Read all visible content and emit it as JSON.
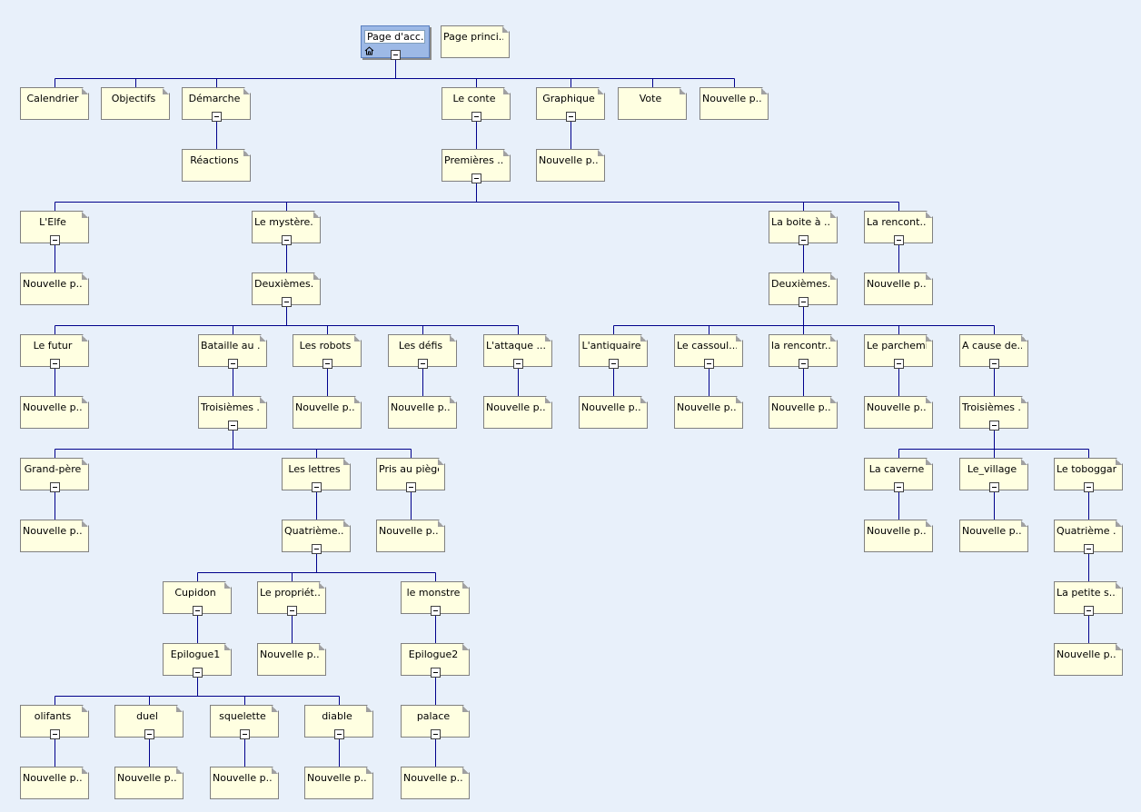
{
  "nodes": [
    {
      "id": "home",
      "label": "Page d'acc...",
      "home": true,
      "toggle": true
    },
    {
      "id": "princi",
      "label": "Page princi..."
    },
    {
      "id": "calendrier",
      "label": "Calendrier"
    },
    {
      "id": "objectifs",
      "label": "Objectifs"
    },
    {
      "id": "demarche",
      "label": "Démarche",
      "toggle": true
    },
    {
      "id": "reactions",
      "label": "Réactions"
    },
    {
      "id": "leconte",
      "label": "Le conte",
      "toggle": true
    },
    {
      "id": "graphique",
      "label": "Graphique",
      "toggle": true
    },
    {
      "id": "graph_np",
      "label": "Nouvelle p..."
    },
    {
      "id": "vote",
      "label": "Vote"
    },
    {
      "id": "np_top",
      "label": "Nouvelle p..."
    },
    {
      "id": "premieres",
      "label": "Premières ...",
      "toggle": true
    },
    {
      "id": "elfe",
      "label": "L'Elfe",
      "toggle": true
    },
    {
      "id": "elfe_np",
      "label": "Nouvelle p..."
    },
    {
      "id": "mystere",
      "label": "Le mystère...",
      "toggle": true
    },
    {
      "id": "deux1",
      "label": "Deuxièmes...",
      "toggle": true
    },
    {
      "id": "boite",
      "label": "La boite à ...",
      "toggle": true
    },
    {
      "id": "deux2",
      "label": "Deuxièmes...",
      "toggle": true
    },
    {
      "id": "rencont",
      "label": "La rencont...",
      "toggle": true
    },
    {
      "id": "rencont_np",
      "label": "Nouvelle p..."
    },
    {
      "id": "futur",
      "label": "Le futur",
      "toggle": true
    },
    {
      "id": "futur_np",
      "label": "Nouvelle p..."
    },
    {
      "id": "bataille",
      "label": "Bataille au ...",
      "toggle": true
    },
    {
      "id": "trois1",
      "label": "Troisièmes ...",
      "toggle": true
    },
    {
      "id": "robots",
      "label": "Les robots",
      "toggle": true
    },
    {
      "id": "robots_np",
      "label": "Nouvelle p..."
    },
    {
      "id": "defis",
      "label": "Les défis",
      "toggle": true
    },
    {
      "id": "defis_np",
      "label": "Nouvelle p..."
    },
    {
      "id": "attaque",
      "label": "L'attaque ...",
      "toggle": true
    },
    {
      "id": "attaque_np",
      "label": "Nouvelle p..."
    },
    {
      "id": "antiquaire",
      "label": "L'antiquaire",
      "toggle": true
    },
    {
      "id": "antiquaire_np",
      "label": "Nouvelle p..."
    },
    {
      "id": "cassoul",
      "label": "Le cassoul...",
      "toggle": true
    },
    {
      "id": "cassoul_np",
      "label": "Nouvelle p..."
    },
    {
      "id": "rencontr",
      "label": "la rencontr...",
      "toggle": true
    },
    {
      "id": "rencontr_np",
      "label": "Nouvelle p..."
    },
    {
      "id": "parchemin",
      "label": "Le parchemin",
      "toggle": true
    },
    {
      "id": "parchemin_np",
      "label": "Nouvelle p..."
    },
    {
      "id": "acause",
      "label": "A cause de...",
      "toggle": true
    },
    {
      "id": "trois2",
      "label": "Troisièmes ...",
      "toggle": true
    },
    {
      "id": "grandpere",
      "label": "Grand-père",
      "toggle": true
    },
    {
      "id": "grandpere_np",
      "label": "Nouvelle p..."
    },
    {
      "id": "lettres",
      "label": "Les lettres",
      "toggle": true
    },
    {
      "id": "quatre1",
      "label": "Quatrième...",
      "toggle": true
    },
    {
      "id": "piege",
      "label": "Pris au piège",
      "toggle": true
    },
    {
      "id": "piege_np",
      "label": "Nouvelle p..."
    },
    {
      "id": "caverne",
      "label": "La caverne",
      "toggle": true
    },
    {
      "id": "caverne_np",
      "label": "Nouvelle p..."
    },
    {
      "id": "village",
      "label": "Le_village",
      "toggle": true
    },
    {
      "id": "village_np",
      "label": "Nouvelle p..."
    },
    {
      "id": "toboggan",
      "label": "Le toboggan",
      "toggle": true
    },
    {
      "id": "quatre2",
      "label": "Quatrième ...",
      "toggle": true
    },
    {
      "id": "petite",
      "label": "La petite s...",
      "toggle": true
    },
    {
      "id": "petite_np",
      "label": "Nouvelle p..."
    },
    {
      "id": "cupidon",
      "label": "Cupidon",
      "toggle": true
    },
    {
      "id": "epilogue1",
      "label": "Epilogue1",
      "toggle": true
    },
    {
      "id": "propriet",
      "label": "Le propriét...",
      "toggle": true
    },
    {
      "id": "propriet_np",
      "label": "Nouvelle p..."
    },
    {
      "id": "monstre",
      "label": "le monstre",
      "toggle": true
    },
    {
      "id": "epilogue2",
      "label": "Epilogue2",
      "toggle": true
    },
    {
      "id": "olifants",
      "label": "olifants",
      "toggle": true
    },
    {
      "id": "olifants_np",
      "label": "Nouvelle p..."
    },
    {
      "id": "duel",
      "label": "duel",
      "toggle": true
    },
    {
      "id": "duel_np",
      "label": "Nouvelle p..."
    },
    {
      "id": "squelette",
      "label": "squelette",
      "toggle": true
    },
    {
      "id": "squelette_np",
      "label": "Nouvelle p..."
    },
    {
      "id": "diable",
      "label": "diable",
      "toggle": true
    },
    {
      "id": "diable_np",
      "label": "Nouvelle p..."
    },
    {
      "id": "palace",
      "label": "palace",
      "toggle": true
    },
    {
      "id": "palace_np",
      "label": "Nouvelle p..."
    }
  ],
  "edges": [
    [
      "home",
      "calendrier"
    ],
    [
      "home",
      "objectifs"
    ],
    [
      "home",
      "demarche"
    ],
    [
      "home",
      "leconte"
    ],
    [
      "home",
      "graphique"
    ],
    [
      "home",
      "vote"
    ],
    [
      "home",
      "np_top"
    ],
    [
      "demarche",
      "reactions"
    ],
    [
      "leconte",
      "premieres"
    ],
    [
      "graphique",
      "graph_np"
    ],
    [
      "premieres",
      "elfe"
    ],
    [
      "premieres",
      "mystere"
    ],
    [
      "premieres",
      "boite"
    ],
    [
      "premieres",
      "rencont"
    ],
    [
      "elfe",
      "elfe_np"
    ],
    [
      "mystere",
      "deux1"
    ],
    [
      "boite",
      "deux2"
    ],
    [
      "rencont",
      "rencont_np"
    ],
    [
      "deux1",
      "futur"
    ],
    [
      "deux1",
      "bataille"
    ],
    [
      "deux1",
      "robots"
    ],
    [
      "deux1",
      "defis"
    ],
    [
      "deux1",
      "attaque"
    ],
    [
      "futur",
      "futur_np"
    ],
    [
      "bataille",
      "trois1"
    ],
    [
      "robots",
      "robots_np"
    ],
    [
      "defis",
      "defis_np"
    ],
    [
      "attaque",
      "attaque_np"
    ],
    [
      "deux2",
      "antiquaire"
    ],
    [
      "deux2",
      "cassoul"
    ],
    [
      "deux2",
      "rencontr"
    ],
    [
      "deux2",
      "parchemin"
    ],
    [
      "deux2",
      "acause"
    ],
    [
      "antiquaire",
      "antiquaire_np"
    ],
    [
      "cassoul",
      "cassoul_np"
    ],
    [
      "rencontr",
      "rencontr_np"
    ],
    [
      "parchemin",
      "parchemin_np"
    ],
    [
      "acause",
      "trois2"
    ],
    [
      "trois1",
      "grandpere"
    ],
    [
      "trois1",
      "lettres"
    ],
    [
      "trois1",
      "piege"
    ],
    [
      "grandpere",
      "grandpere_np"
    ],
    [
      "lettres",
      "quatre1"
    ],
    [
      "piege",
      "piege_np"
    ],
    [
      "trois2",
      "caverne"
    ],
    [
      "trois2",
      "village"
    ],
    [
      "trois2",
      "toboggan"
    ],
    [
      "caverne",
      "caverne_np"
    ],
    [
      "village",
      "village_np"
    ],
    [
      "toboggan",
      "quatre2"
    ],
    [
      "quatre2",
      "petite"
    ],
    [
      "petite",
      "petite_np"
    ],
    [
      "quatre1",
      "cupidon"
    ],
    [
      "quatre1",
      "propriet"
    ],
    [
      "quatre1",
      "monstre"
    ],
    [
      "cupidon",
      "epilogue1"
    ],
    [
      "propriet",
      "propriet_np"
    ],
    [
      "monstre",
      "epilogue2"
    ],
    [
      "epilogue1",
      "olifants"
    ],
    [
      "epilogue1",
      "duel"
    ],
    [
      "epilogue1",
      "squelette"
    ],
    [
      "epilogue1",
      "diable"
    ],
    [
      "epilogue2",
      "palace"
    ],
    [
      "olifants",
      "olifants_np"
    ],
    [
      "duel",
      "duel_np"
    ],
    [
      "squelette",
      "squelette_np"
    ],
    [
      "diable",
      "diable_np"
    ],
    [
      "palace",
      "palace_np"
    ]
  ]
}
